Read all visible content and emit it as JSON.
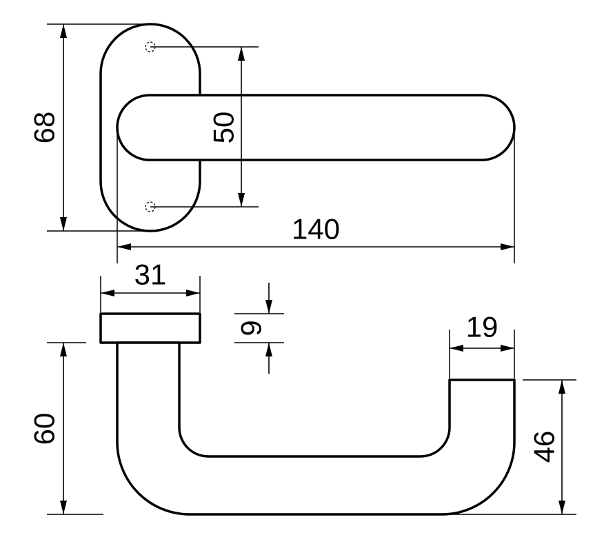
{
  "dimensions": {
    "rosette_height": "68",
    "screw_spacing": "50",
    "lever_length": "140",
    "rosette_width": "31",
    "rosette_thickness": "9",
    "grip_diameter": "19",
    "grip_height": "46",
    "projection": "60"
  },
  "colors": {
    "line": "#000000",
    "background": "#ffffff"
  }
}
